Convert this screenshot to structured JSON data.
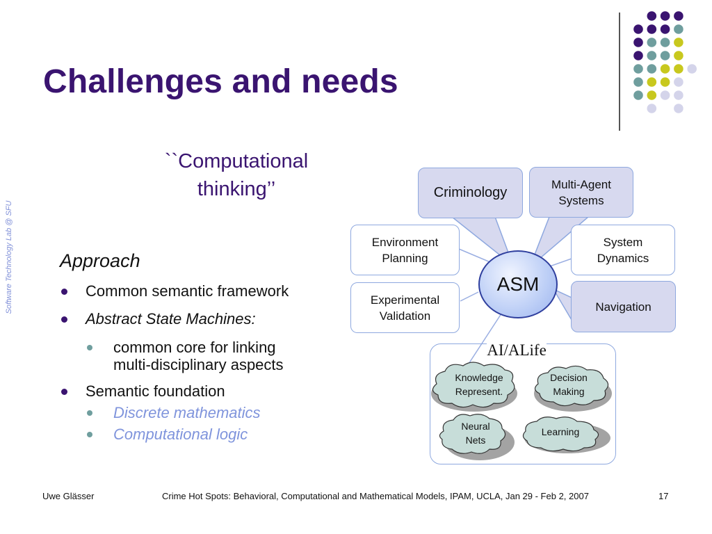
{
  "side_label": "Software Technology Lab @ SFU",
  "title": "Challenges and needs",
  "subtitle": {
    "line1": "``Computational",
    "line2": "thinking’’"
  },
  "approach": "Approach",
  "bullets": {
    "b1": "Common semantic framework",
    "b2": "Abstract State Machines:",
    "b2_sub1_line1": "common core for linking",
    "b2_sub1_line2": "multi-disciplinary aspects",
    "b3": "Semantic foundation",
    "b3_sub1": "Discrete mathematics",
    "b3_sub2": "Computational logic"
  },
  "diagram": {
    "criminology": "Criminology",
    "multi_agent_line1": "Multi-Agent",
    "multi_agent_line2": "Systems",
    "environment_line1": "Environment",
    "environment_line2": "Planning",
    "system_dynamics_line1": "System",
    "system_dynamics_line2": "Dynamics",
    "asm": "ASM",
    "experimental_line1": "Experimental",
    "experimental_line2": "Validation",
    "navigation": "Navigation",
    "ai_alife": "AI/ALife",
    "knowledge_line1": "Knowledge",
    "knowledge_line2": "Represent.",
    "decision_line1": "Decision",
    "decision_line2": "Making",
    "neural_line1": "Neural",
    "neural_line2": "Nets",
    "learning": "Learning"
  },
  "footer": {
    "author": "Uwe Glässer",
    "event": "Crime Hot Spots: Behavioral, Computational and Mathematical Models, IPAM, UCLA, Jan 29 - Feb 2, 2007",
    "page": "17"
  },
  "colors": {
    "title": "#3a1470",
    "dot_purple": "#3a1470",
    "dot_teal": "#6f9e9e",
    "dot_yellow": "#c8c81e",
    "dot_lavender": "#d4d4ea",
    "accent_blue": "#7f94dc"
  }
}
